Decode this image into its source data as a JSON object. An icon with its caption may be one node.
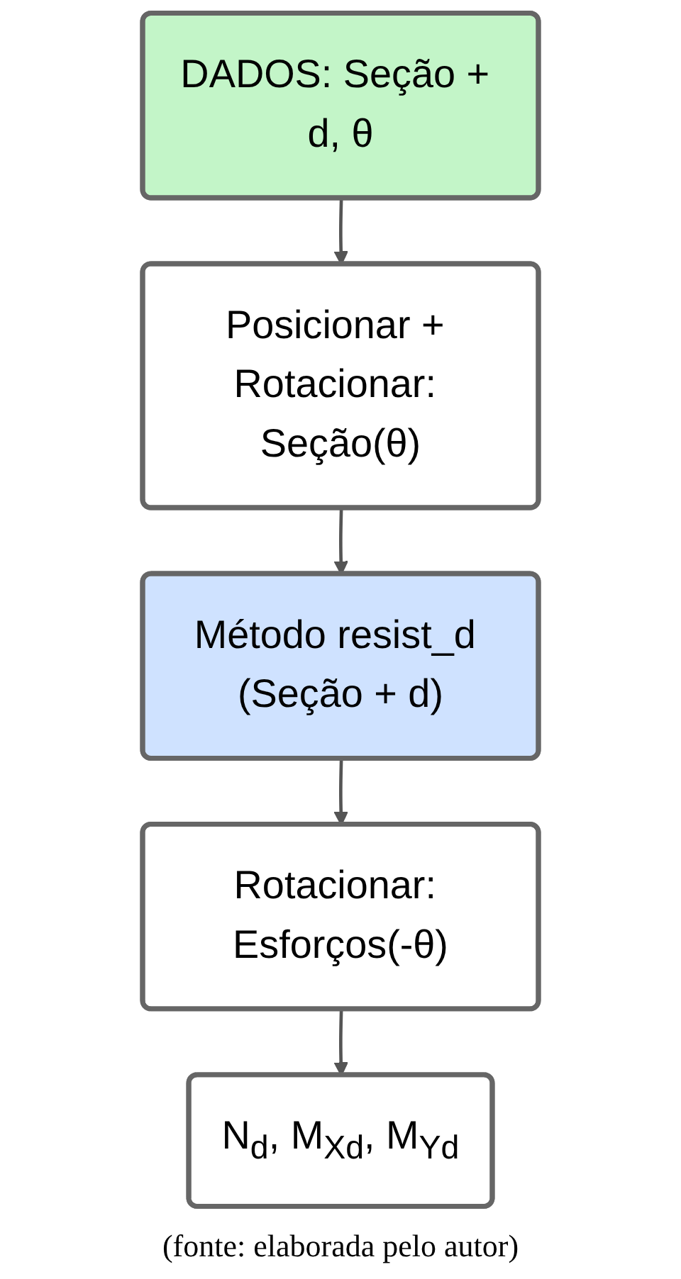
{
  "diagram": {
    "caption": "(fonte: elaborada pelo autor)",
    "nodes": [
      {
        "text": [
          "DADOS: Seção + d, θ"
        ]
      },
      {
        "text": [
          "Posicionar + Rotacionar: Seção(θ)"
        ]
      },
      {
        "text": [
          "Método resist_d (Seção + d)"
        ]
      },
      {
        "text": [
          "Rotacionar: Esforços(-θ)"
        ]
      },
      {
        "text": [
          "N$_{d}$, M$_{Xd}$, M$_{Yd}$"
        ]
      }
    ],
    "edges": [
      {
        "from": 0,
        "to": 1,
        "arrow": "to"
      },
      {
        "from": 1,
        "to": 2,
        "arrow": "to"
      },
      {
        "from": 2,
        "to": 3,
        "arrow": "to"
      },
      {
        "from": 3,
        "to": 4,
        "arrow": "to"
      }
    ]
  }
}
